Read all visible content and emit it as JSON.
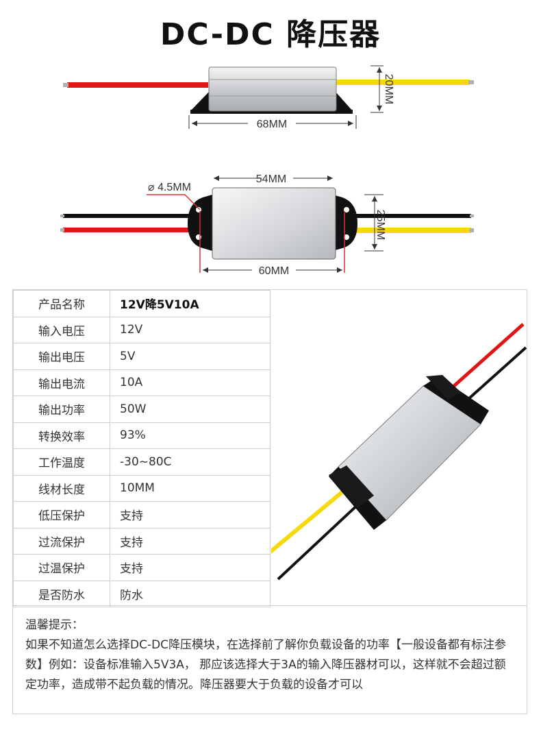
{
  "title": "DC-DC 降压器",
  "dimensions": {
    "side_length": "68MM",
    "side_height": "20MM",
    "top_body_width": "54MM",
    "top_hole_span": "60MM",
    "top_body_depth": "25MM",
    "hole_diameter": "4.5MM"
  },
  "specs": [
    {
      "label": "产品名称",
      "value": "12V降5V10A"
    },
    {
      "label": "输入电压",
      "value": "12V"
    },
    {
      "label": "输出电压",
      "value": "5V"
    },
    {
      "label": "输出电流",
      "value": "10A"
    },
    {
      "label": "输出功率",
      "value": "50W"
    },
    {
      "label": "转换效率",
      "value": "93%"
    },
    {
      "label": "工作温度",
      "value": "-30~80C"
    },
    {
      "label": "线材长度",
      "value": "10MM"
    },
    {
      "label": "低压保护",
      "value": "支持"
    },
    {
      "label": "过流保护",
      "value": "支持"
    },
    {
      "label": "过温保护",
      "value": "支持"
    },
    {
      "label": "是否防水",
      "value": "防水"
    }
  ],
  "tips": {
    "heading": "温馨提示：",
    "body": "如果不知道怎么选择DC-DC降压模块，在选择前了解你负载设备的功率【一般设备都有标注参数】例如：设备标准输入5V3A， 那应该选择大于3A的输入降压器材可以，这样就不会超过额定功率，造成带不起负载的情况。降压器要大于负载的设备才可以"
  },
  "colors": {
    "wire_red": "#e01515",
    "wire_yellow": "#f5d90a",
    "wire_black": "#111111",
    "dimension_red": "#e03030",
    "housing_silver": "#d8dadd"
  }
}
